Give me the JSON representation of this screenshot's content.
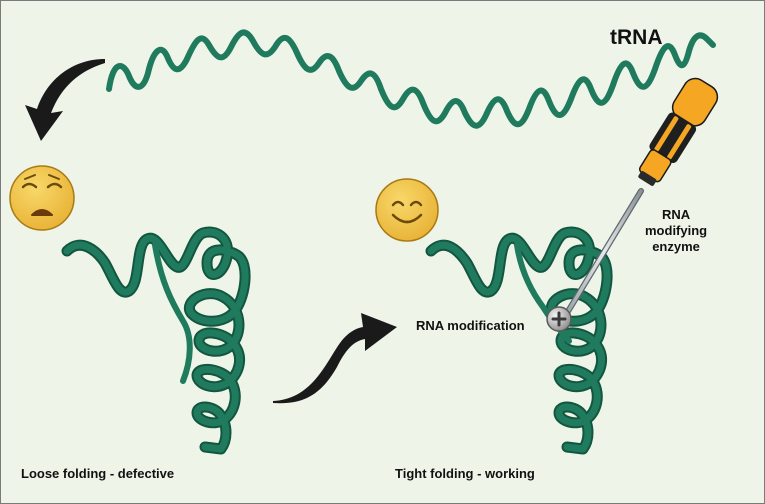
{
  "labels": {
    "trna": "tRNA",
    "modification": "RNA modification",
    "enzyme_line1": "RNA",
    "enzyme_line2": "modifying",
    "enzyme_line3": "enzyme",
    "caption_left": "Loose folding - defective",
    "caption_right": "Tight  folding - working"
  },
  "icons": {
    "sad_face": "sad-face-icon",
    "happy_face": "happy-face-icon",
    "screwdriver": "screwdriver-icon",
    "arrow_top": "curved-arrow-icon",
    "arrow_mid": "curved-arrow-icon"
  },
  "colors": {
    "background": "#eef5e8",
    "rna": "#1f7a5e",
    "rna_dark": "#135640",
    "face": "#f1c243",
    "handle": "#f5a623",
    "arrow": "#1a1a1a"
  }
}
